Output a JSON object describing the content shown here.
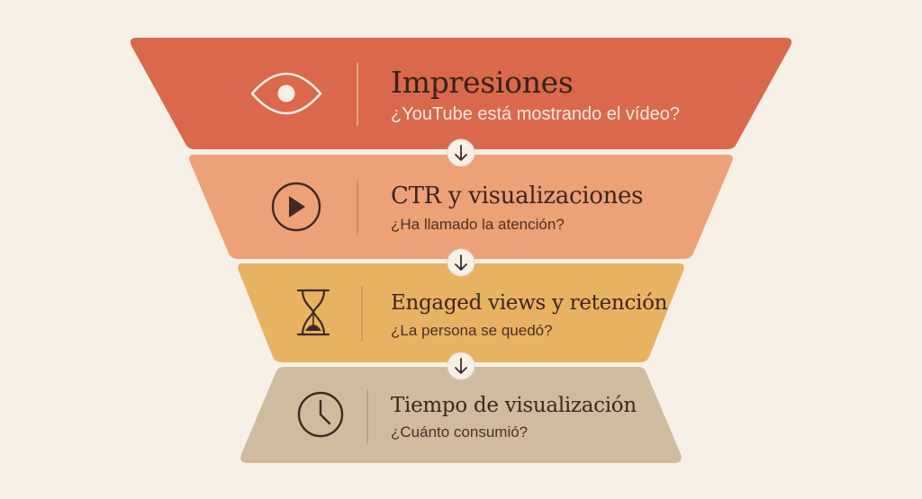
{
  "stages": [
    {
      "title": "Impresiones",
      "subtitle": "¿YouTube está mostrando el vídeo?",
      "icon": "eye-icon",
      "color": "#d9694a"
    },
    {
      "title": "CTR y visualizaciones",
      "subtitle": "¿Ha llamado la atención?",
      "icon": "play-icon",
      "color": "#eda176"
    },
    {
      "title": "Engaged views y retención",
      "subtitle": "¿La persona se quedó?",
      "icon": "hourglass-icon",
      "color": "#e8b263"
    },
    {
      "title": "Tiempo de visualización",
      "subtitle": "¿Cuánto consumió?",
      "icon": "clock-icon",
      "color": "#d1bba0"
    }
  ],
  "connector_icon": "arrow-down-icon",
  "background": "#f7f0e7"
}
